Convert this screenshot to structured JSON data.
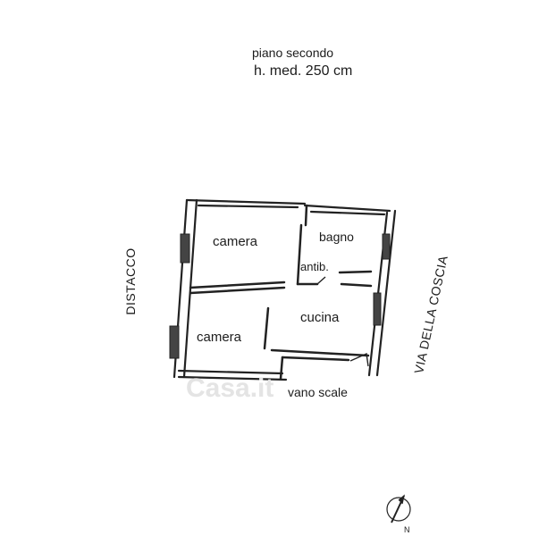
{
  "header": {
    "line1": "piano secondo",
    "line2": "h. med. 250 cm"
  },
  "rooms": {
    "camera_top": "camera",
    "bagno": "bagno",
    "antib": "antib.",
    "cucina": "cucina",
    "camera_bottom": "camera",
    "vano_scale": "vano scale"
  },
  "sides": {
    "left": "DISTACCO",
    "right": "VIA DELLA COSCIA"
  },
  "compass": {
    "north_label": "N"
  },
  "watermark": {
    "text": "Casa.it"
  }
}
